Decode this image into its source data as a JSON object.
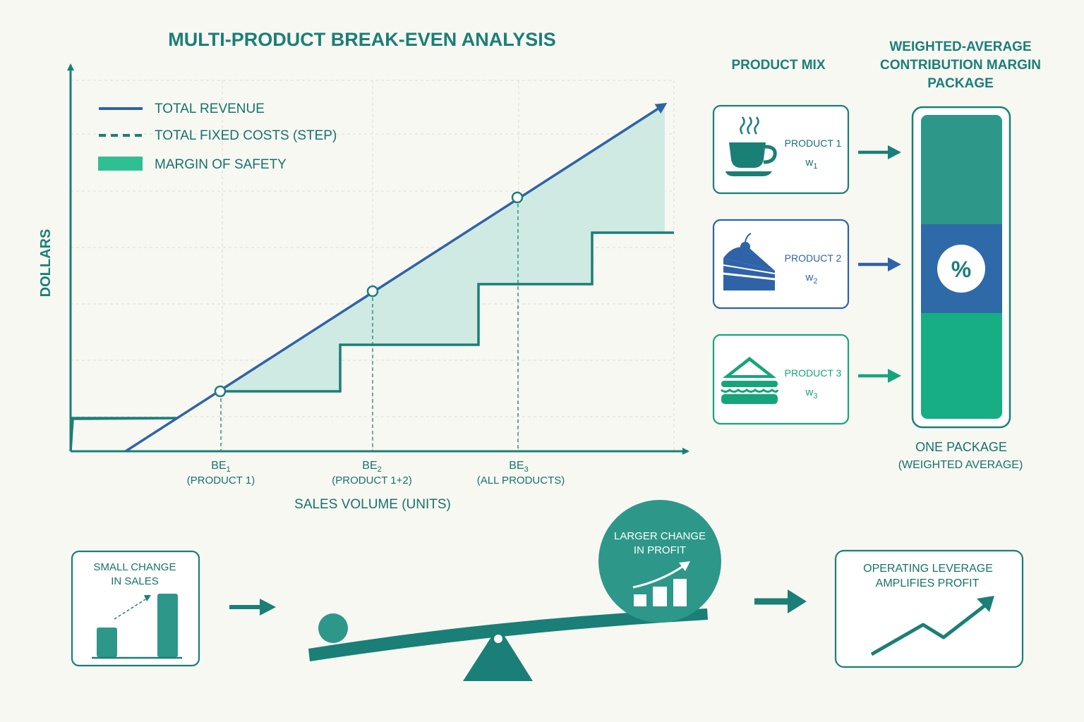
{
  "title": "MULTI-PRODUCT BREAK-EVEN ANALYSIS",
  "colors": {
    "teal": "#1a7f77",
    "blue": "#2f63a8",
    "green": "#16a57a",
    "fill": "#cfeae2",
    "bg": "#f8f8f3"
  },
  "legend": {
    "revenue": "TOTAL REVENUE",
    "fixed_costs": "TOTAL FIXED COSTS (STEP)",
    "margin": "MARGIN OF SAFETY"
  },
  "axes": {
    "ylabel": "DOLLARS",
    "xlabel": "SALES VOLUME (UNITS)"
  },
  "breakevens": [
    {
      "label": "BE",
      "sub": "1",
      "desc": "(PRODUCT 1)"
    },
    {
      "label": "BE",
      "sub": "2",
      "desc": "(PRODUCT 1+2)"
    },
    {
      "label": "BE",
      "sub": "3",
      "desc": "(ALL PRODUCTS)"
    }
  ],
  "product_mix": {
    "heading": "PRODUCT MIX",
    "items": [
      {
        "name": "PRODUCT 1",
        "weight": "w",
        "sub": "1",
        "icon": "coffee-cup-icon"
      },
      {
        "name": "PRODUCT 2",
        "weight": "w",
        "sub": "2",
        "icon": "cake-slice-icon"
      },
      {
        "name": "PRODUCT 3",
        "weight": "w",
        "sub": "3",
        "icon": "sandwich-icon"
      }
    ]
  },
  "package": {
    "heading_line1": "WEIGHTED-AVERAGE",
    "heading_line2": "CONTRIBUTION MARGIN",
    "heading_line3": "PACKAGE",
    "symbol": "%",
    "caption_line1": "ONE PACKAGE",
    "caption_line2": "(WEIGHTED AVERAGE)"
  },
  "leverage": {
    "small_change_line1": "SMALL CHANGE",
    "small_change_line2": "IN SALES",
    "larger_change_line1": "LARGER CHANGE",
    "larger_change_line2": "IN PROFIT",
    "result_line1": "OPERATING LEVERAGE",
    "result_line2": "AMPLIFIES PROFIT"
  }
}
